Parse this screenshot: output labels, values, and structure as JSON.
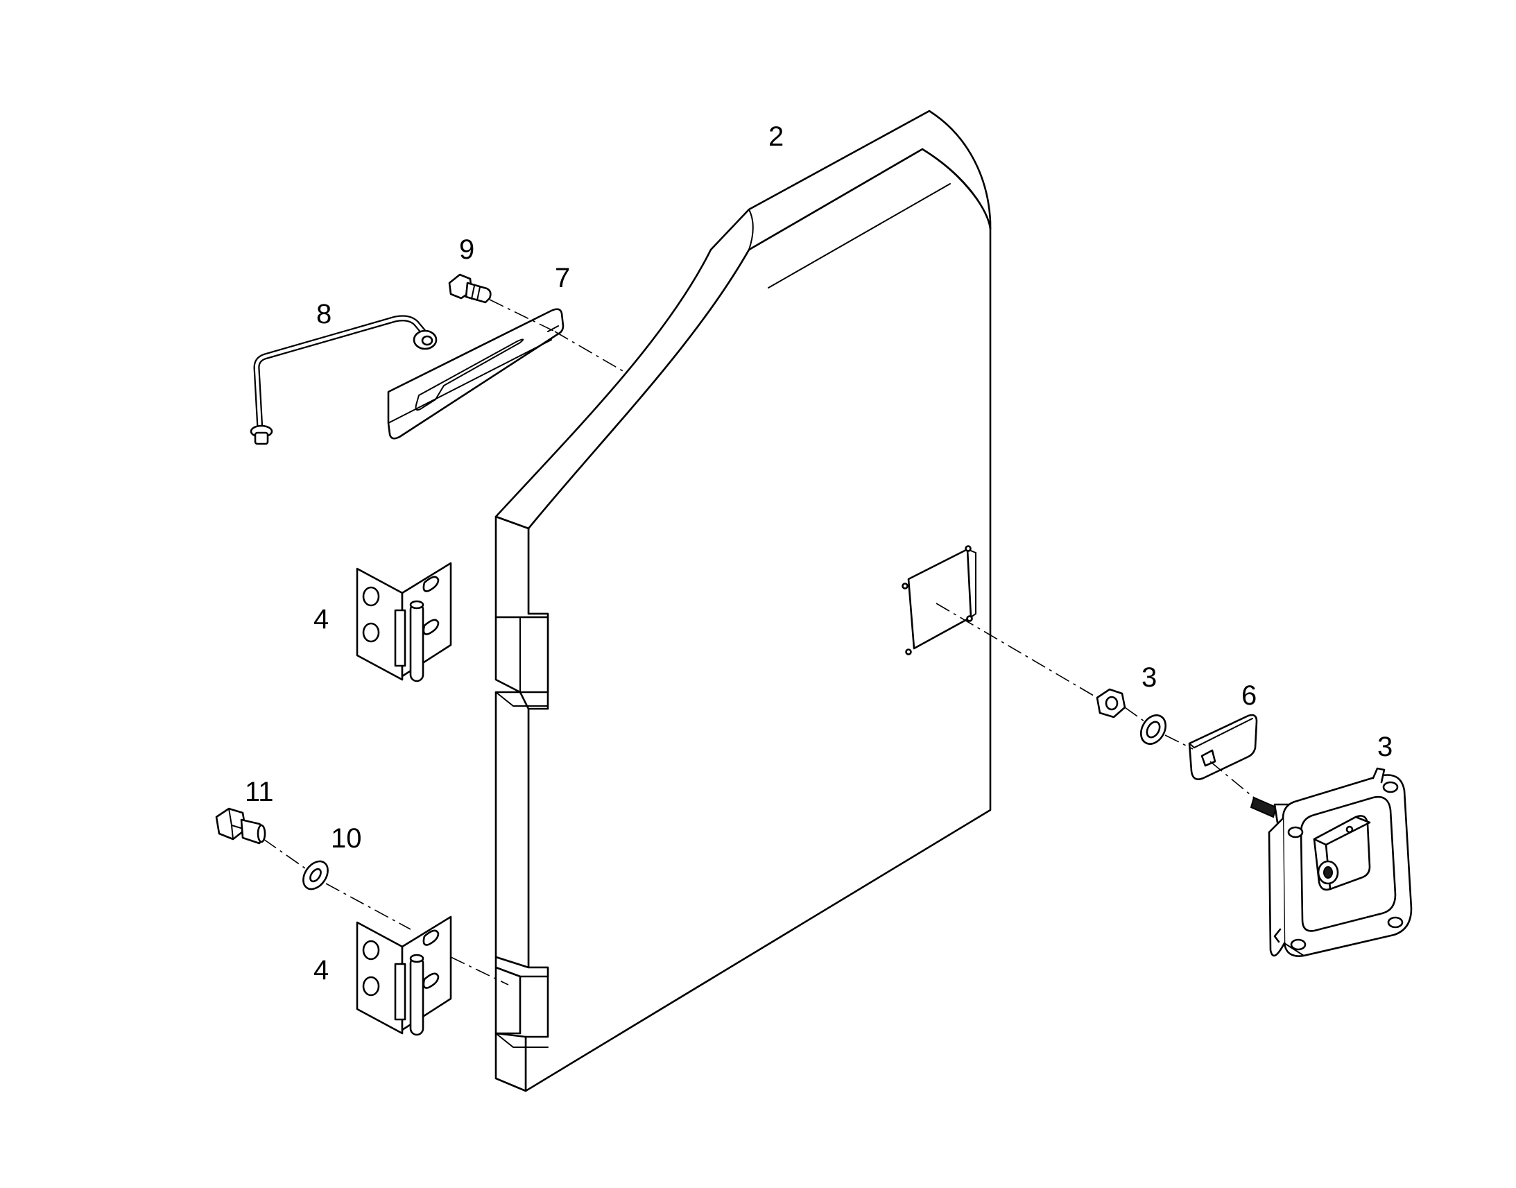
{
  "diagram": {
    "colors": {
      "line": "#000000",
      "background": "#ffffff"
    },
    "callouts": [
      {
        "id": "door",
        "label": "2"
      },
      {
        "id": "bolt-top",
        "label": "9"
      },
      {
        "id": "striker-plate",
        "label": "7"
      },
      {
        "id": "rod",
        "label": "8"
      },
      {
        "id": "hinge-upper",
        "label": "4"
      },
      {
        "id": "hinge-lower",
        "label": "4"
      },
      {
        "id": "nut",
        "label": "3"
      },
      {
        "id": "cam",
        "label": "6"
      },
      {
        "id": "latch",
        "label": "3"
      },
      {
        "id": "bolt-bottom",
        "label": "11"
      },
      {
        "id": "washer",
        "label": "10"
      }
    ]
  }
}
